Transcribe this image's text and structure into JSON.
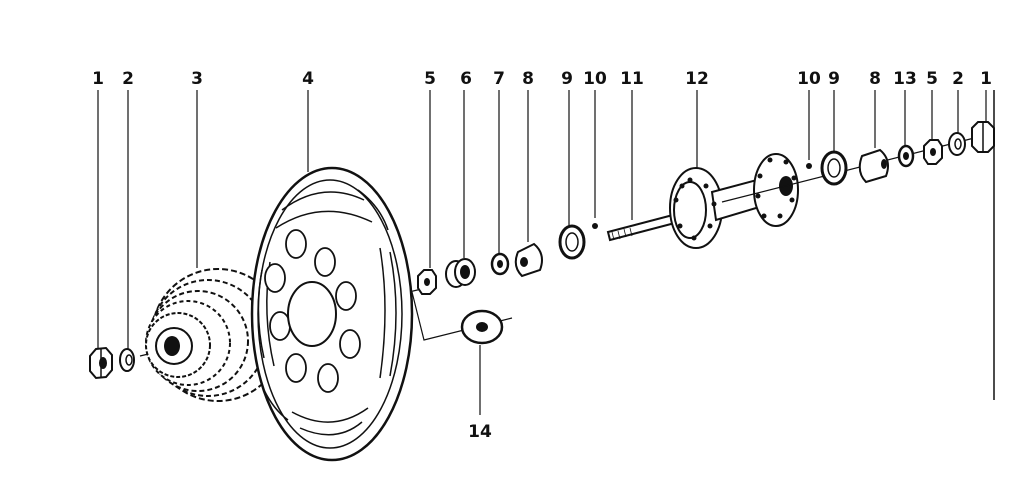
{
  "diagram": {
    "labels": [
      {
        "id": "l1",
        "text": "1"
      },
      {
        "id": "l2",
        "text": "2"
      },
      {
        "id": "l3",
        "text": "3"
      },
      {
        "id": "l4",
        "text": "4"
      },
      {
        "id": "l5",
        "text": "5"
      },
      {
        "id": "l6",
        "text": "6"
      },
      {
        "id": "l7",
        "text": "7"
      },
      {
        "id": "l8",
        "text": "8"
      },
      {
        "id": "l9",
        "text": "9"
      },
      {
        "id": "l10",
        "text": "10"
      },
      {
        "id": "l11",
        "text": "11"
      },
      {
        "id": "l12",
        "text": "12"
      },
      {
        "id": "l10b",
        "text": "10"
      },
      {
        "id": "l9b",
        "text": "9"
      },
      {
        "id": "l8b",
        "text": "8"
      },
      {
        "id": "l13",
        "text": "13"
      },
      {
        "id": "l5b",
        "text": "5"
      },
      {
        "id": "l2b",
        "text": "2"
      },
      {
        "id": "l1b",
        "text": "1"
      },
      {
        "id": "l14",
        "text": "14"
      }
    ],
    "ink_color": "#111111",
    "paper_color": "#ffffff"
  }
}
